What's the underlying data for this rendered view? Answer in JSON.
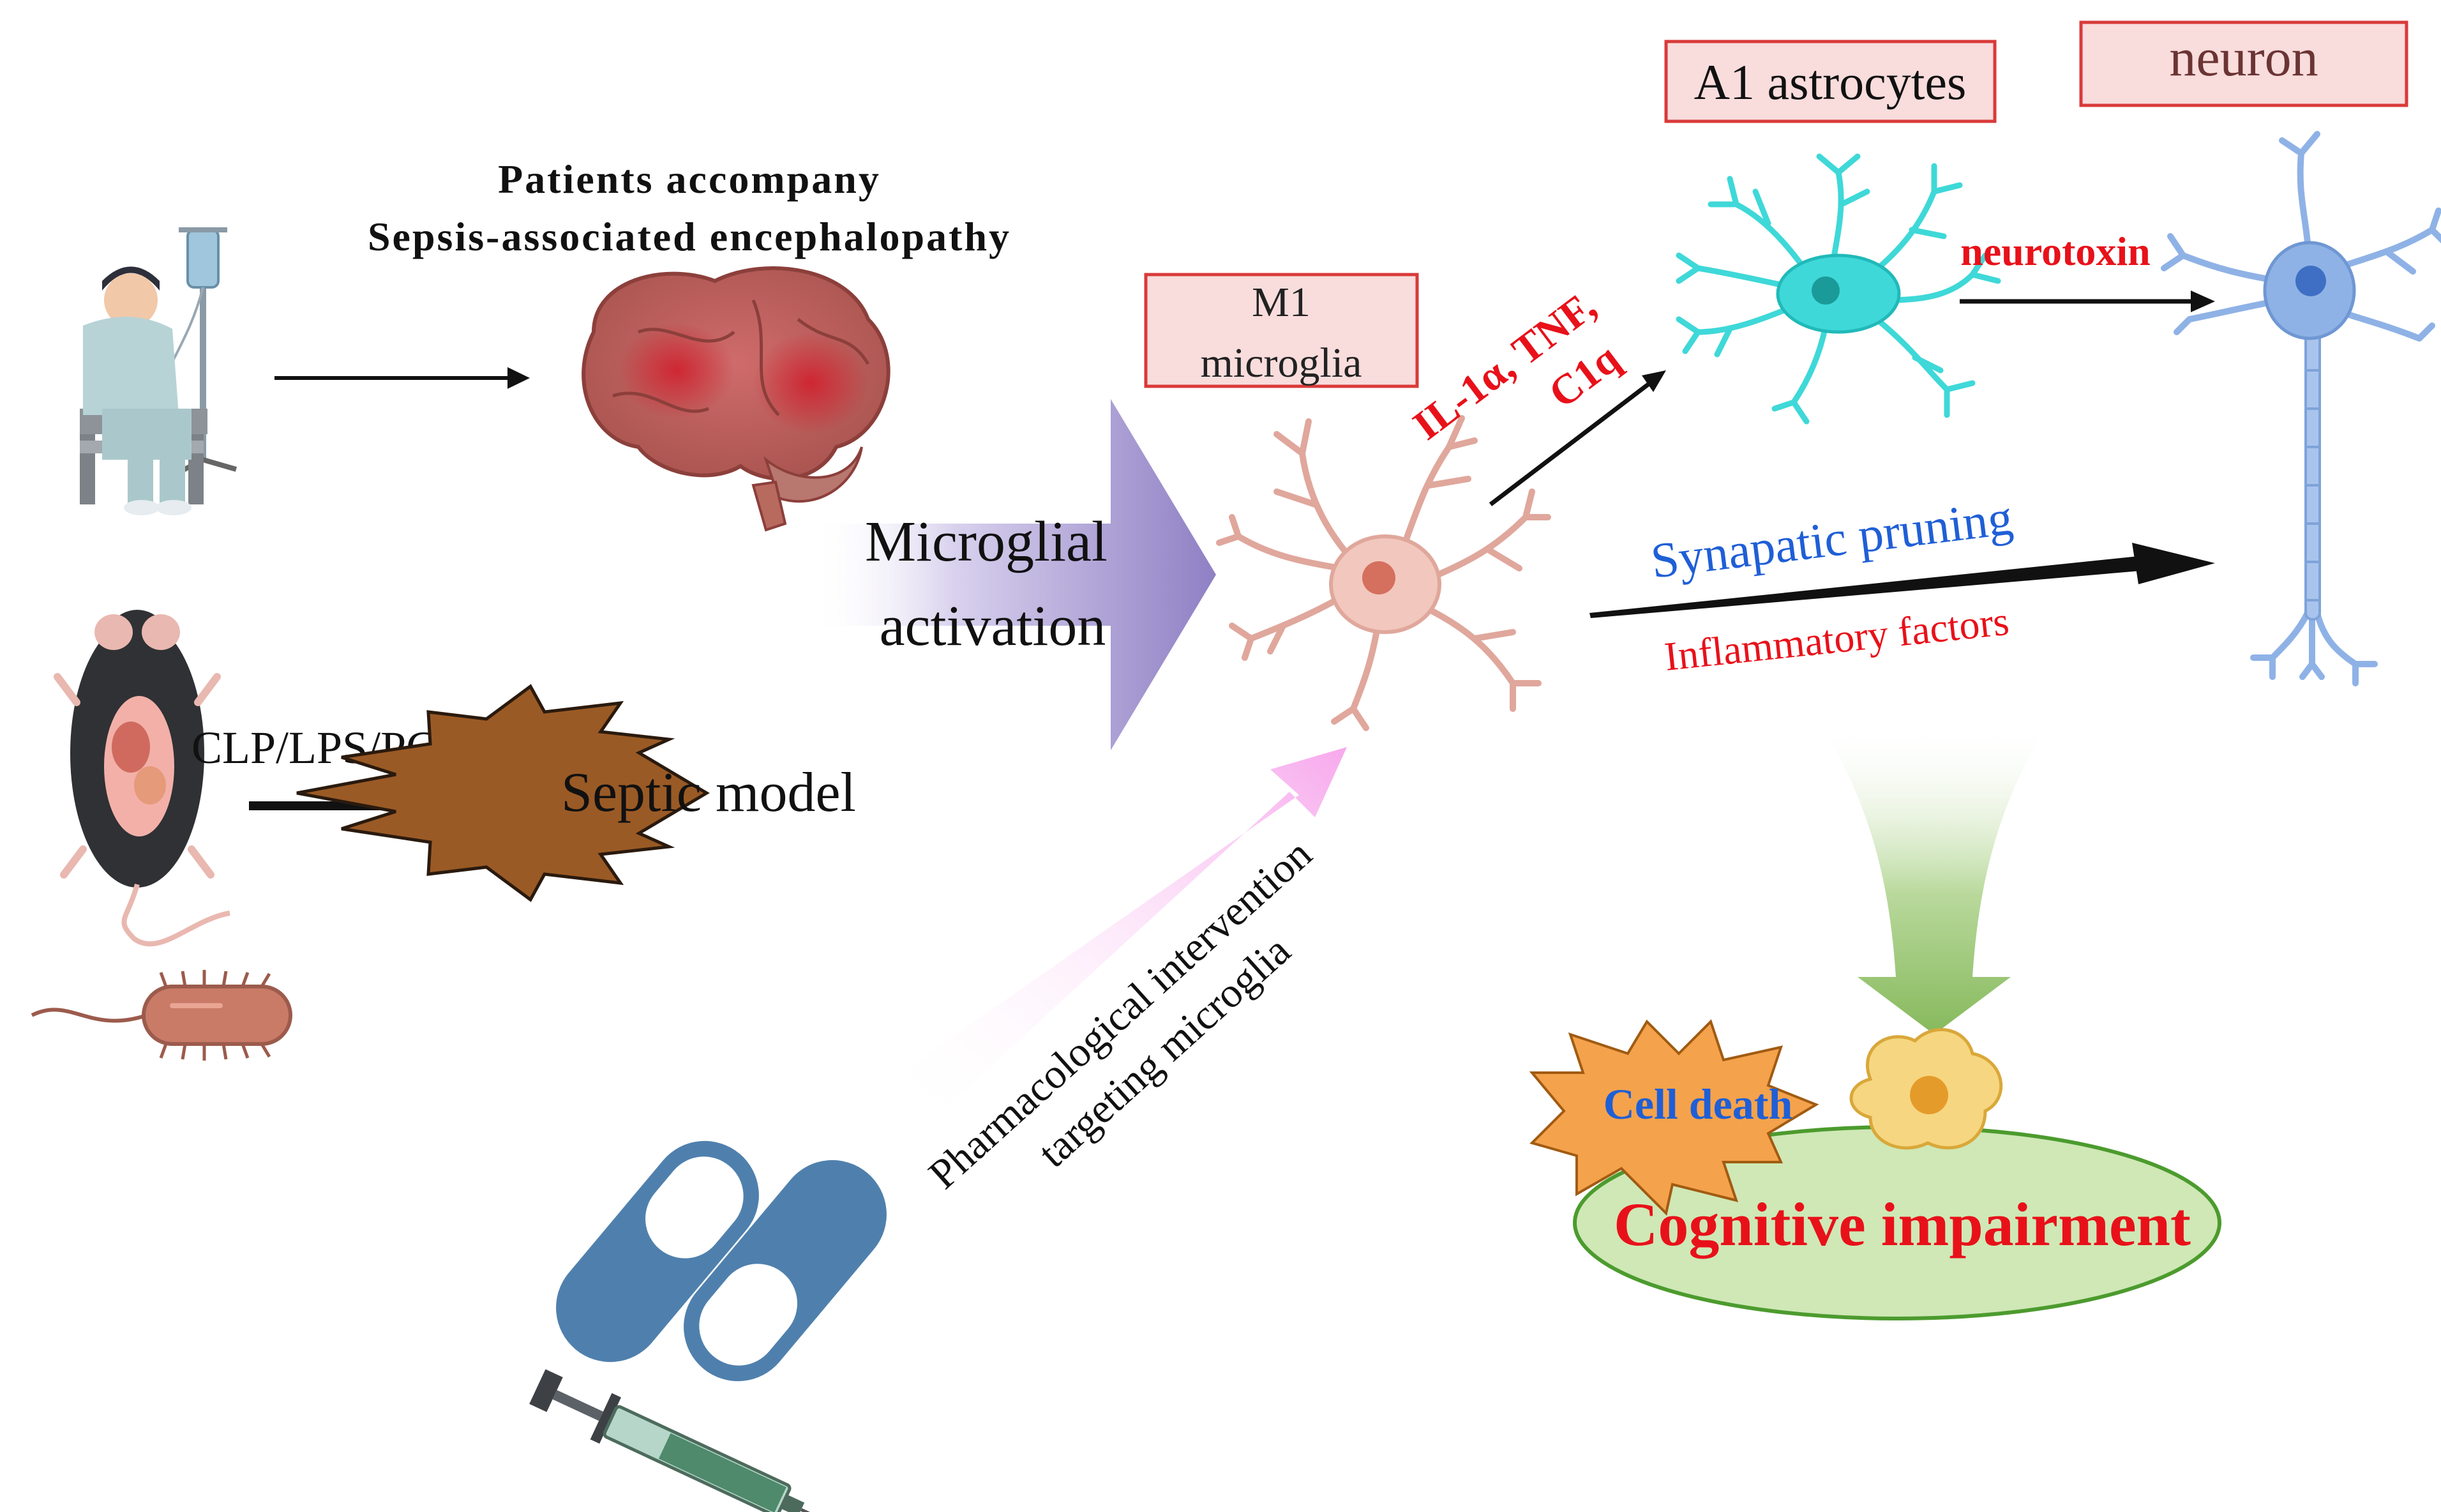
{
  "title_line1": "Patients accompany",
  "title_line2": "Sepsis-associated encephalopathy",
  "model_induction": "CLP/LPS/PCI",
  "septic_model": "Septic model",
  "microglial_activation_line1": "Microglial",
  "microglial_activation_line2": "activation",
  "m1_line1": "M1",
  "m1_line2": "microglia",
  "cytokines_line1": "IL-1α, TNF,",
  "cytokines_line2": "C1q",
  "a1_astrocytes": "A1 astrocytes",
  "neuron": "neuron",
  "neurotoxin": "neurotoxin",
  "synaptic_pruning": "Synapatic pruning",
  "inflammatory_factors": "Inflammatory factors",
  "intervention_line1": "Pharmacological intervention",
  "intervention_line2": "targeting microglia",
  "cell_death": "Cell death",
  "cognitive_impairment": "Cognitive impairment",
  "colors": {
    "red_label": "#e8111a",
    "blue_label": "#1f5fd6",
    "box_border": "#d93a3a",
    "box_fill": "#f9dcdc",
    "big_arrow": "#8f80c4",
    "pink_arrow": "#f7b3ee",
    "green_arrow": "#8fbf6a",
    "ellipse_fill": "#cfe8b6",
    "ellipse_border": "#4c9b2e",
    "septic_burst": "#9a5a25",
    "cell_death_burst": "#f5a24c",
    "capsule_blue": "#4f80ad"
  },
  "icons": [
    "patient-iv-icon",
    "brain-icon",
    "mouse-icon",
    "bacterium-icon",
    "microglia-cell-icon",
    "astrocyte-cell-icon",
    "neuron-cell-icon",
    "capsule-pill-icon",
    "syringe-icon",
    "apoptotic-cell-icon"
  ]
}
